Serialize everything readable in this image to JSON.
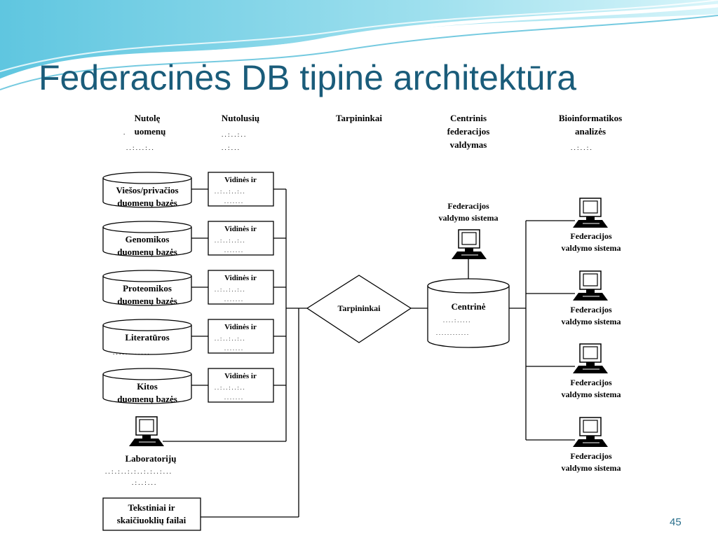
{
  "title": "Federacinės DB tipinė architektūra",
  "page_number": "45",
  "columns": {
    "remote": [
      "Nutolę",
      "uomenų"
    ],
    "nutolusiu": "Nutolusių",
    "middleware": "Tarpininkai",
    "central": [
      "Centrinis",
      "federacijos",
      "valdymas"
    ],
    "bio": [
      "Bioinformatikos",
      "analizės"
    ]
  },
  "sources": [
    {
      "lines": [
        "Viešos/privačios",
        "duomenų bazės"
      ]
    },
    {
      "lines": [
        "Genomikos",
        "duomenų bazės"
      ]
    },
    {
      "lines": [
        "Proteomikos",
        "duomenų bazės"
      ]
    },
    {
      "lines": [
        "Literatūros",
        ""
      ]
    },
    {
      "lines": [
        "Kitos",
        "duomenų bazės"
      ]
    }
  ],
  "wrapper_label": "Vidinės ir",
  "lab_label": "Laboratorijų",
  "files_box": [
    "Tekstiniai ir",
    "skaičiuoklių failai"
  ],
  "middleware_label": "Tarpininkai",
  "central_top": [
    "Federacijos",
    "valdymo sistema"
  ],
  "central_db": "Centrinė",
  "clients": [
    [
      "Federacijos",
      "valdymo sistema"
    ],
    [
      "Federacijos",
      "valdymo sistema"
    ],
    [
      "Federacijos",
      "valdymo sistema"
    ],
    [
      "Federacijos",
      "valdymo sistema"
    ]
  ],
  "colors": {
    "title": "#1a5c7a",
    "wave_light": "#c9eef5",
    "wave_mid": "#7fd3e6",
    "wave_dark": "#3bb3d3"
  }
}
